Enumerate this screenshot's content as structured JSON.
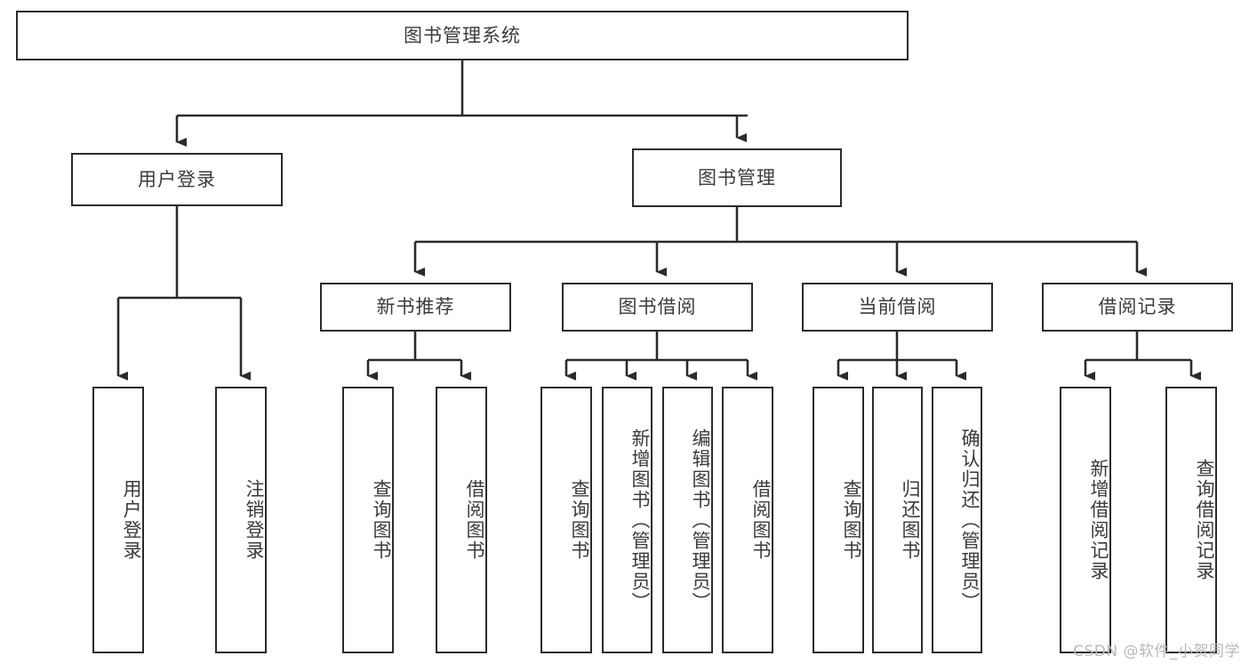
{
  "diagram": {
    "type": "tree",
    "title": "图书管理系统",
    "watermark": "CSDN @软件_小贺同学",
    "colors": {
      "stroke": "#2b2b2b",
      "text": "#3b3b3b",
      "background": "#ffffff",
      "watermark": "#b9b9b9"
    },
    "root": {
      "label": "图书管理系统"
    },
    "level2": [
      {
        "id": "user-login",
        "label": "用户登录"
      },
      {
        "id": "book-manage",
        "label": "图书管理"
      }
    ],
    "level3": [
      {
        "id": "new-book-recommend",
        "label": "新书推荐",
        "parent": "book-manage"
      },
      {
        "id": "book-borrow",
        "label": "图书借阅",
        "parent": "book-manage"
      },
      {
        "id": "current-borrow",
        "label": "当前借阅",
        "parent": "book-manage"
      },
      {
        "id": "borrow-record",
        "label": "借阅记录",
        "parent": "book-manage"
      }
    ],
    "leaves": {
      "user-login": [
        {
          "id": "leaf-user-login",
          "label": "用户登录"
        },
        {
          "id": "leaf-user-logout",
          "label": "注销登录"
        }
      ],
      "new-book-recommend": [
        {
          "id": "leaf-query-book-1",
          "label": "查询图书"
        },
        {
          "id": "leaf-borrow-book-1",
          "label": "借阅图书"
        }
      ],
      "book-borrow": [
        {
          "id": "leaf-query-book-2",
          "label": "查询图书"
        },
        {
          "id": "leaf-add-book",
          "label": "新增图书（管理员）"
        },
        {
          "id": "leaf-edit-book",
          "label": "编辑图书（管理员）"
        },
        {
          "id": "leaf-borrow-book-2",
          "label": "借阅图书"
        }
      ],
      "current-borrow": [
        {
          "id": "leaf-query-book-3",
          "label": "查询图书"
        },
        {
          "id": "leaf-return-book",
          "label": "归还图书"
        },
        {
          "id": "leaf-confirm-return",
          "label": "确认归还（管理员）"
        }
      ],
      "borrow-record": [
        {
          "id": "leaf-add-record",
          "label": "新增借阅记录"
        },
        {
          "id": "leaf-query-record",
          "label": "查询借阅记录"
        }
      ]
    }
  }
}
